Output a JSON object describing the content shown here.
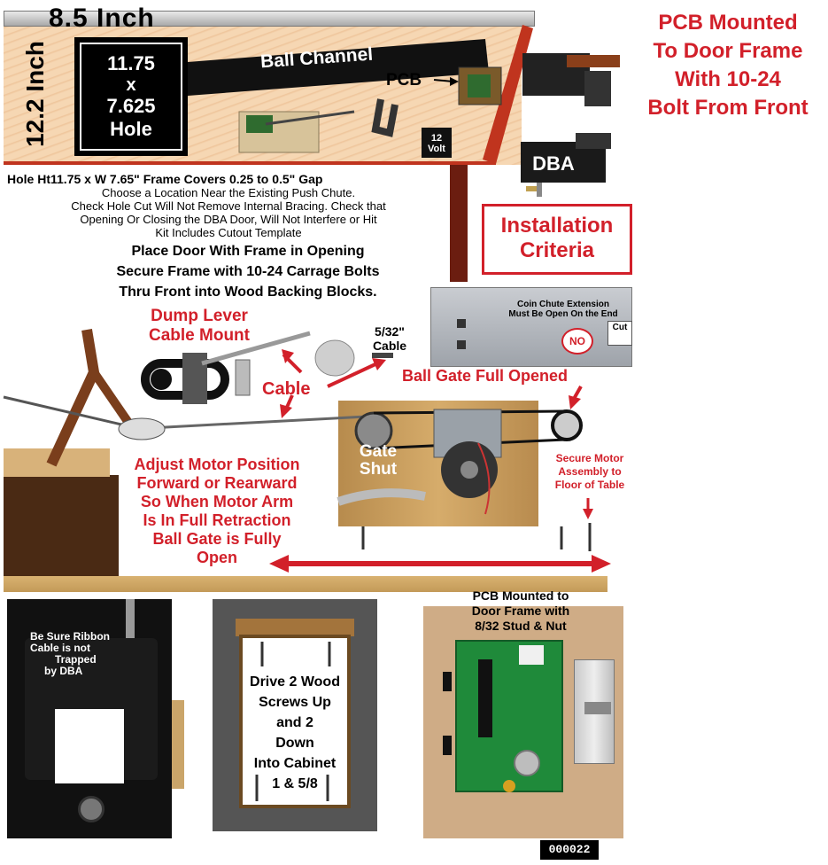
{
  "top_left": {
    "width_label": "8.5 Inch",
    "height_label": "12.2 Inch",
    "hole_lines": [
      "11.75",
      "x",
      "7.625",
      "Hole"
    ],
    "ball_channel": "Ball Channel",
    "pcb": "PCB",
    "volt_lines": [
      "12",
      "Volt"
    ],
    "dba": "DBA"
  },
  "top_right_title": [
    "PCB Mounted",
    "To Door Frame",
    "With 10-24",
    "Bolt From Front"
  ],
  "hole_note": {
    "lines": [
      "Hole Ht11.75 x W 7.65\" Frame Covers 0.25 to 0.5\" Gap",
      "Choose a Location Near the Existing Push Chute.",
      "Check Hole Cut Will Not Remove Internal Bracing. Check that",
      "Opening Or Closing the DBA Door, Will Not Interfere or Hit",
      "Kit Includes Cutout Template"
    ],
    "bold_lines": [
      "Place Door With Frame in Opening",
      "Secure Frame with 10-24 Carrage Bolts",
      "Thru Front into Wood Backing Blocks."
    ]
  },
  "installation_criteria": [
    "Installation",
    "Criteria"
  ],
  "coin_chute": {
    "note_lines": [
      "Coin Chute Extension",
      "Must Be Open On the End"
    ],
    "no": "NO",
    "cut": "Cut"
  },
  "middle": {
    "dump_lever": [
      "Dump Lever",
      "Cable Mount"
    ],
    "cable_size": [
      "5/32\"",
      "Cable"
    ],
    "cable": "Cable",
    "ball_gate": "Ball Gate Full Opened",
    "gate_shut": [
      "Gate",
      "Shut"
    ],
    "secure_motor": [
      "Secure Motor",
      "Assembly to",
      "Floor of Table"
    ],
    "adjust_motor": [
      "Adjust Motor Position",
      "Forward or Rearward",
      "So When Motor Arm",
      "Is In Full Retraction",
      "Ball Gate is Fully",
      "Open"
    ]
  },
  "bottom_left": {
    "ribbon_lines": [
      "Be Sure Ribbon",
      "Cable is not",
      "Trapped",
      "by DBA"
    ]
  },
  "bottom_middle": {
    "screw_lines": [
      "Drive 2 Wood",
      "Screws Up",
      "and 2",
      "Down",
      "Into Cabinet"
    ],
    "size": "1 & 5/8"
  },
  "bottom_right": {
    "title_lines": [
      "PCB Mounted to",
      "Door Frame with",
      "8/32 Stud & Nut"
    ]
  },
  "page_code": "000022",
  "colors": {
    "accent_red": "#d2202a",
    "frame_red": "#c0341e",
    "wood": "#f6d7b3"
  }
}
